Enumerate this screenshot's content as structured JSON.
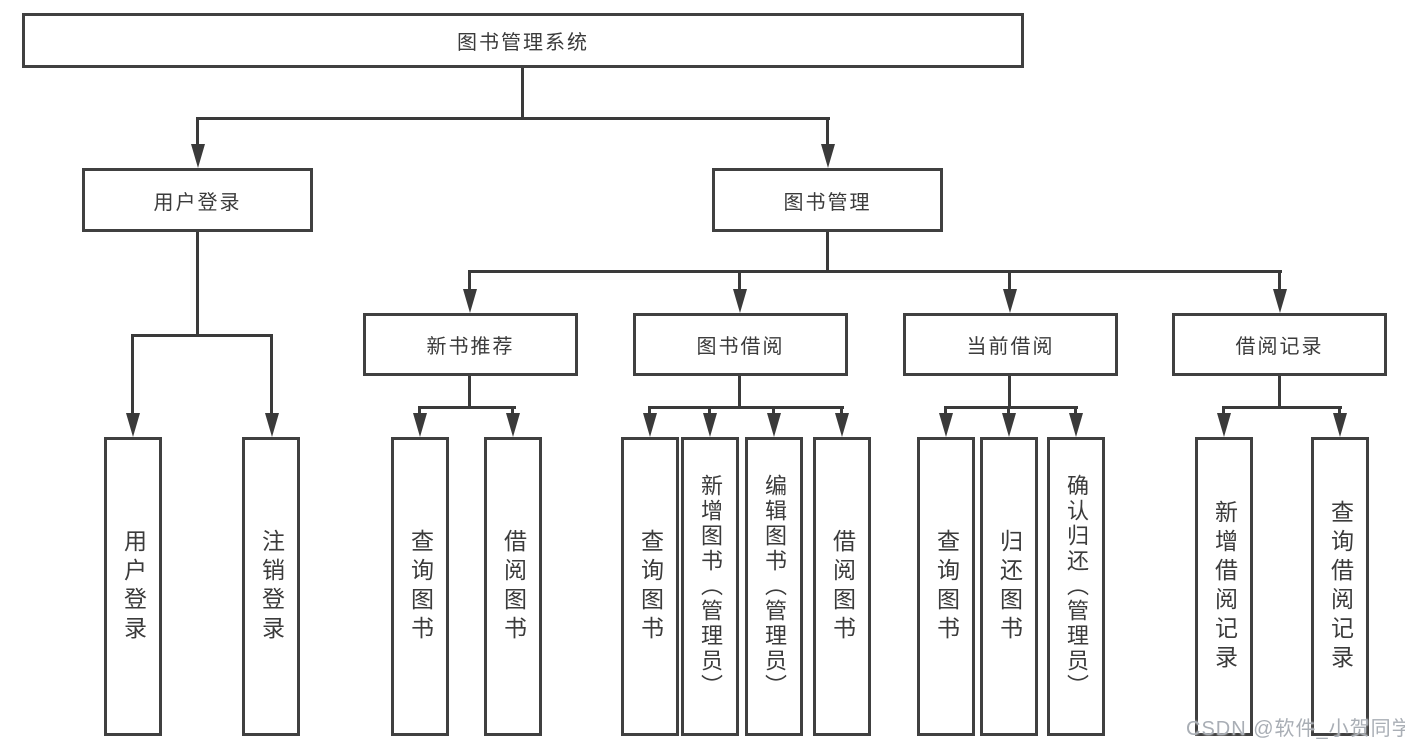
{
  "diagram": {
    "title": "图书管理系统",
    "root": {
      "label": "图书管理系统"
    },
    "level2": [
      {
        "label": "用户登录"
      },
      {
        "label": "图书管理"
      }
    ],
    "level3": [
      {
        "label": "新书推荐"
      },
      {
        "label": "图书借阅"
      },
      {
        "label": "当前借阅"
      },
      {
        "label": "借阅记录"
      }
    ],
    "leaves": [
      {
        "label": "用户登录"
      },
      {
        "label": "注销登录"
      },
      {
        "label": "查询图书"
      },
      {
        "label": "借阅图书"
      },
      {
        "label": "查询图书"
      },
      {
        "label": "新增图书（管理员）"
      },
      {
        "label": "编辑图书（管理员）"
      },
      {
        "label": "借阅图书"
      },
      {
        "label": "查询图书"
      },
      {
        "label": "归还图书"
      },
      {
        "label": "确认归还（管理员）"
      },
      {
        "label": "新增借阅记录"
      },
      {
        "label": "查询借阅记录"
      }
    ],
    "watermark": "CSDN @软件_小贺同学",
    "colors": {
      "line": "#3a3a3a",
      "border": "#404040",
      "text": "#3b3b3b",
      "watermark": "#a9aeb5",
      "background": "#ffffff"
    }
  }
}
